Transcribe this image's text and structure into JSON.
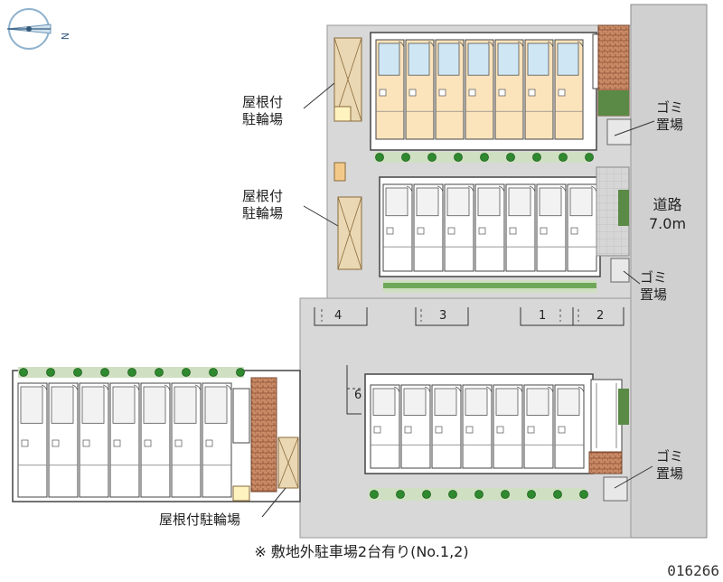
{
  "compass": {
    "label": "N",
    "icon": "compass-north-icon"
  },
  "labels": {
    "bike_parking_covered_a": "屋根付\n駐輪場",
    "bike_parking_covered_b": "屋根付\n駐輪場",
    "bike_parking_covered_c": "屋根付駐輪場",
    "garbage_a": "ゴミ\n置場",
    "garbage_b": "ゴミ\n置場",
    "garbage_c": "ゴミ\n置場",
    "road": "道路\n7.0m"
  },
  "parking_spaces": [
    "1",
    "2",
    "3",
    "4",
    "6"
  ],
  "footnote": "※ 敷地外駐車場2台有り(No.1,2)",
  "property_id": "016266",
  "colors": {
    "paving": "#d8d8d8",
    "road": "#d0d0d0",
    "unit_fill": "#fbe3bc",
    "bath_fill": "#cfe7f5",
    "brick": "#b97654",
    "tree": "#2f8a2f",
    "hedge": "#6fa85a",
    "bike_roof": "#ead8b4"
  }
}
